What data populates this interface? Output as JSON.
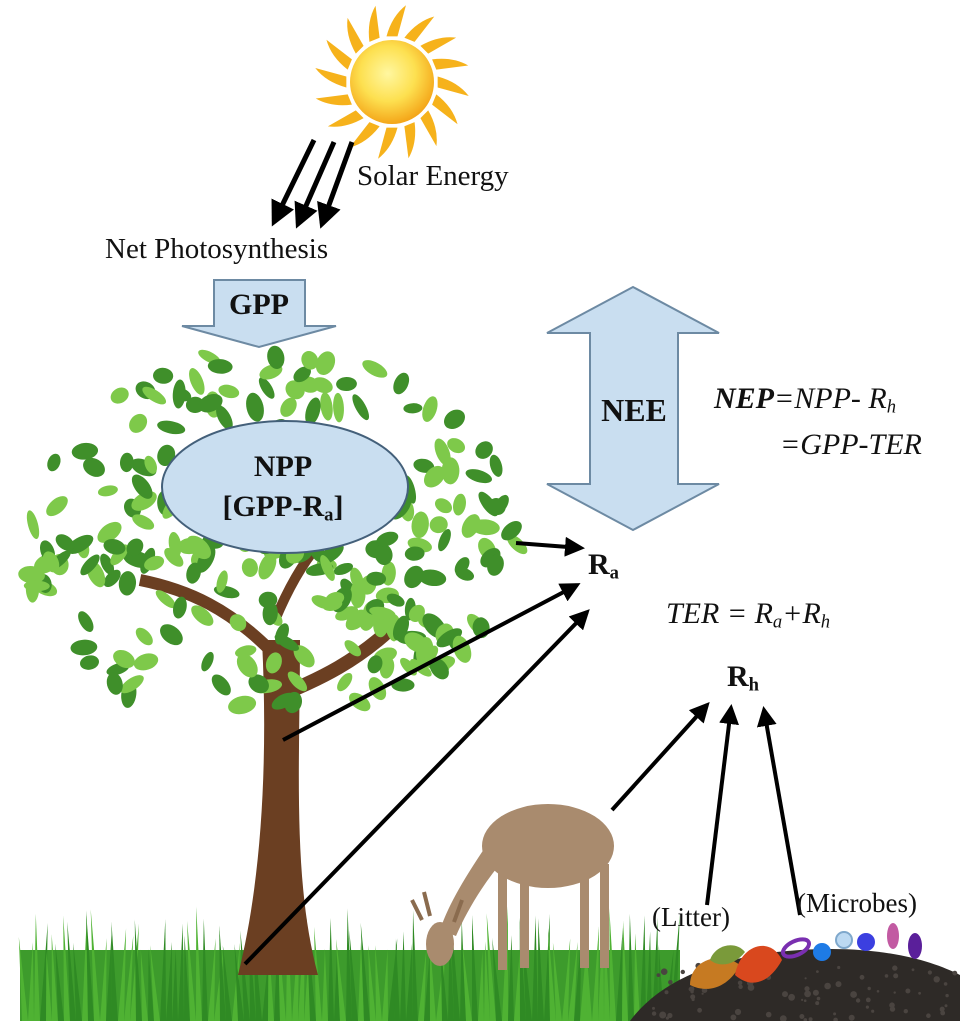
{
  "labels": {
    "solar_energy": "Solar Energy",
    "net_photosynthesis": "Net Photosynthesis",
    "gpp": "GPP",
    "nee": "NEE",
    "npp_title": "NPP",
    "npp_formula_prefix": "[GPP-R",
    "npp_formula_sub": "a",
    "npp_formula_suffix": "]",
    "nep_bold": "NEP",
    "nep_eq1": "=NPP- R",
    "nep_eq1_sub": "h",
    "nep_eq2": "=GPP-TER",
    "ra": "R",
    "ra_sub": "a",
    "ter_prefix": "TER = R",
    "ter_sub1": "a",
    "ter_plus": "+R",
    "ter_sub2": "h",
    "rh": "R",
    "rh_sub": "h",
    "litter": "(Litter)",
    "microbes": "(Microbes)"
  },
  "colors": {
    "sun": "#f6b21b",
    "sun_core": "#fde050",
    "arrow_fill": "#c9def0",
    "arrow_stroke": "#6d8aa3",
    "leaf_light": "#7ec94a",
    "leaf_dark": "#3f8f2a",
    "trunk": "#6b3f22",
    "grass": "#3d9b2c",
    "soil": "#2e2a27",
    "deer": "#a98b6e"
  },
  "icons": [
    "sun-icon",
    "tree-icon",
    "deer-icon",
    "grass-icon",
    "soil-icon",
    "litter-leaves-icon",
    "microbes-icon"
  ]
}
